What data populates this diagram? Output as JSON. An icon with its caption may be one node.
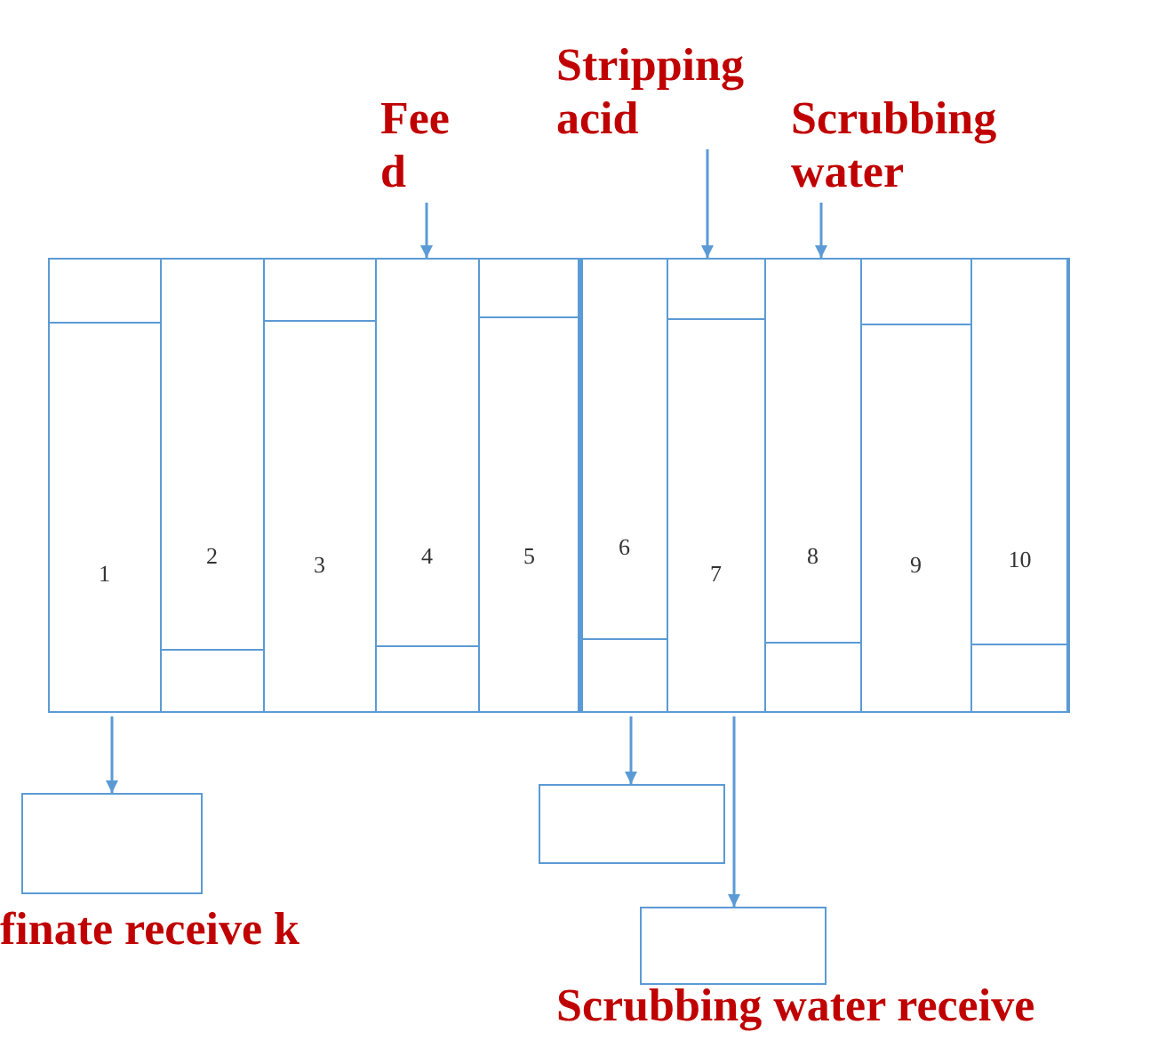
{
  "diagram": {
    "nodes": [
      {
        "text": [
          "Stripping acid"
        ]
      },
      {
        "text": [
          "Fee d"
        ]
      },
      {
        "text": [
          "Scrubbing water"
        ]
      },
      {
        "text": [],
        "shape": "box"
      },
      {
        "text": [],
        "shape": "box"
      },
      {
        "text": [
          "1"
        ],
        "in": 3
      },
      {
        "text": [
          "2"
        ],
        "in": 3
      },
      {
        "text": [
          "3"
        ],
        "in": 3
      },
      {
        "text": [
          "4"
        ],
        "in": 3
      },
      {
        "text": [
          "5"
        ],
        "in": 3
      },
      {
        "text": [
          "6"
        ],
        "in": 4
      },
      {
        "text": [
          "7"
        ],
        "in": 4
      },
      {
        "text": [
          "8"
        ],
        "in": 4
      },
      {
        "text": [
          "9"
        ],
        "in": 4
      },
      {
        "text": [
          "10"
        ],
        "in": 4
      },
      {
        "text": [],
        "shape": "box",
        "beside": [
          "finate receive k"
        ]
      },
      {
        "text": [],
        "shape": "box"
      },
      {
        "text": [],
        "shape": "box",
        "beside": [
          "Scrubbing water receive"
        ]
      }
    ],
    "edges": [
      {
        "from": 1,
        "to": 8,
        "arrow": "to"
      },
      {
        "from": 0,
        "to": 11,
        "arrow": "to"
      },
      {
        "from": 2,
        "to": 12,
        "arrow": "to"
      },
      {
        "from": 5,
        "to": 15,
        "arrow": "to"
      },
      {
        "from": 10,
        "to": 16,
        "arrow": "to"
      },
      {
        "from": 11,
        "to": 17,
        "arrow": "to"
      }
    ]
  }
}
